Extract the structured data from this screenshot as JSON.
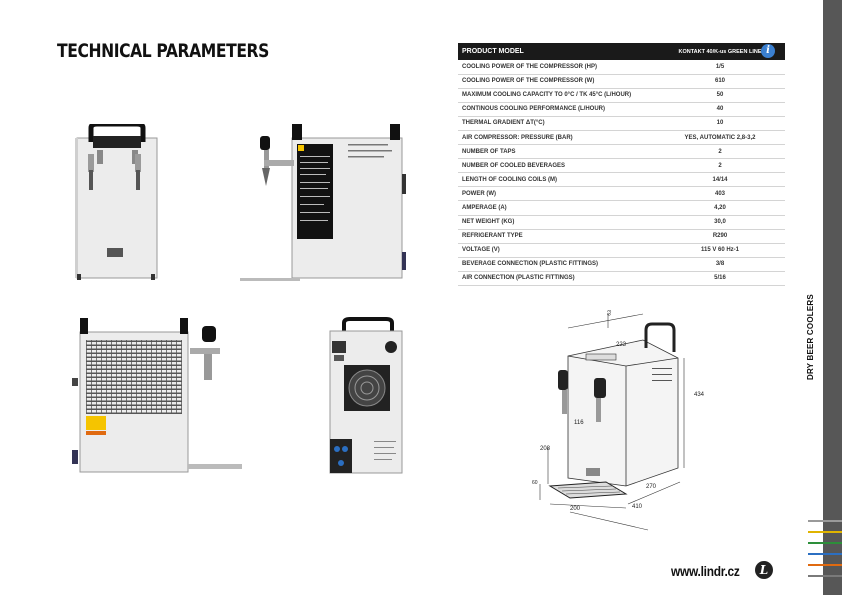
{
  "page_title": "TECHNICAL PARAMETERS",
  "side_label": "DRY BEER COOLERS",
  "side_colors": [
    "#9a9a9a",
    "#e0b400",
    "#2d8f3a",
    "#2b6fc2",
    "#e06a10",
    "#7a7a7a"
  ],
  "spec": {
    "header_label": "PRODUCT MODEL",
    "header_model": "KONTAKT 40/K-us GREEN LINE",
    "info_icon": "info-icon",
    "rows": [
      {
        "label": "COOLING POWER OF THE COMPRESSOR (HP)",
        "value": "1/5"
      },
      {
        "label": "COOLING POWER OF THE COMPRESSOR (W)",
        "value": "610"
      },
      {
        "label": "MAXIMUM COOLING CAPACITY TO 0°C / TK 45°C (L/HOUR)",
        "value": "50"
      },
      {
        "label": "CONTINOUS COOLING PERFORMANCE (L/HOUR)",
        "value": "40"
      },
      {
        "label": "THERMAL GRADIENT ΔT(°C)",
        "value": "10"
      },
      {
        "label": "AIR COMPRESSOR: PRESSURE (BAR)",
        "value": "YES, AUTOMATIC 2,8-3,2"
      },
      {
        "label": "NUMBER OF TAPS",
        "value": "2"
      },
      {
        "label": "NUMBER OF COOLED BEVERAGES",
        "value": "2"
      },
      {
        "label": "LENGTH OF COOLING COILS (M)",
        "value": "14/14"
      },
      {
        "label": "POWER (W)",
        "value": "403"
      },
      {
        "label": "AMPERAGE (A)",
        "value": "4,20"
      },
      {
        "label": "NET WEIGHT (KG)",
        "value": "30,0"
      },
      {
        "label": "REFRIGERANT TYPE",
        "value": "R290"
      },
      {
        "label": "VOLTAGE (V)",
        "value": "115 V 60 Hz-1"
      },
      {
        "label": "BEVERAGE CONNECTION (PLASTIC FITTINGS)",
        "value": "3/8"
      },
      {
        "label": "AIR CONNECTION (PLASTIC FITTINGS)",
        "value": "5/16"
      }
    ]
  },
  "dimensions": [
    "63",
    "223",
    "434",
    "116",
    "208",
    "60",
    "270",
    "200",
    "410"
  ],
  "footer": {
    "url": "www.lindr.cz",
    "logo_letter": "L"
  }
}
